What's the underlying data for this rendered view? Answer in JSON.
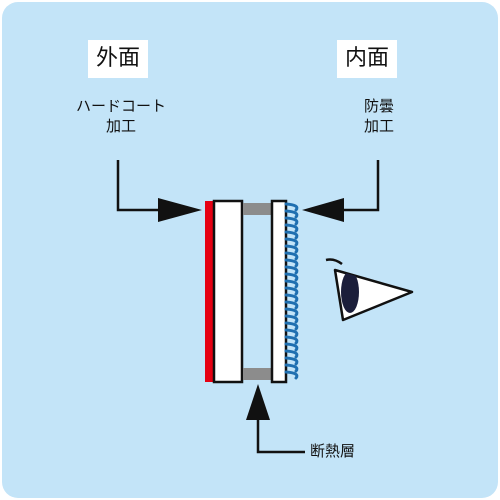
{
  "labels": {
    "outer_face": "外面",
    "inner_face": "内面",
    "outer_treatment_line1": "ハードコート",
    "outer_treatment_line2": "加工",
    "inner_treatment_line1": "防曇",
    "inner_treatment_line2": "加工",
    "insulation_layer": "断熱層"
  },
  "colors": {
    "background": "#c3e4f8",
    "hard_coat": "#e60012",
    "anti_fog": "#1f6fb0",
    "spacer": "#8c8c8c",
    "arrow": "#111111",
    "eye_iris": "#1b1e3a"
  },
  "icons": {
    "eye": "eye-icon"
  }
}
